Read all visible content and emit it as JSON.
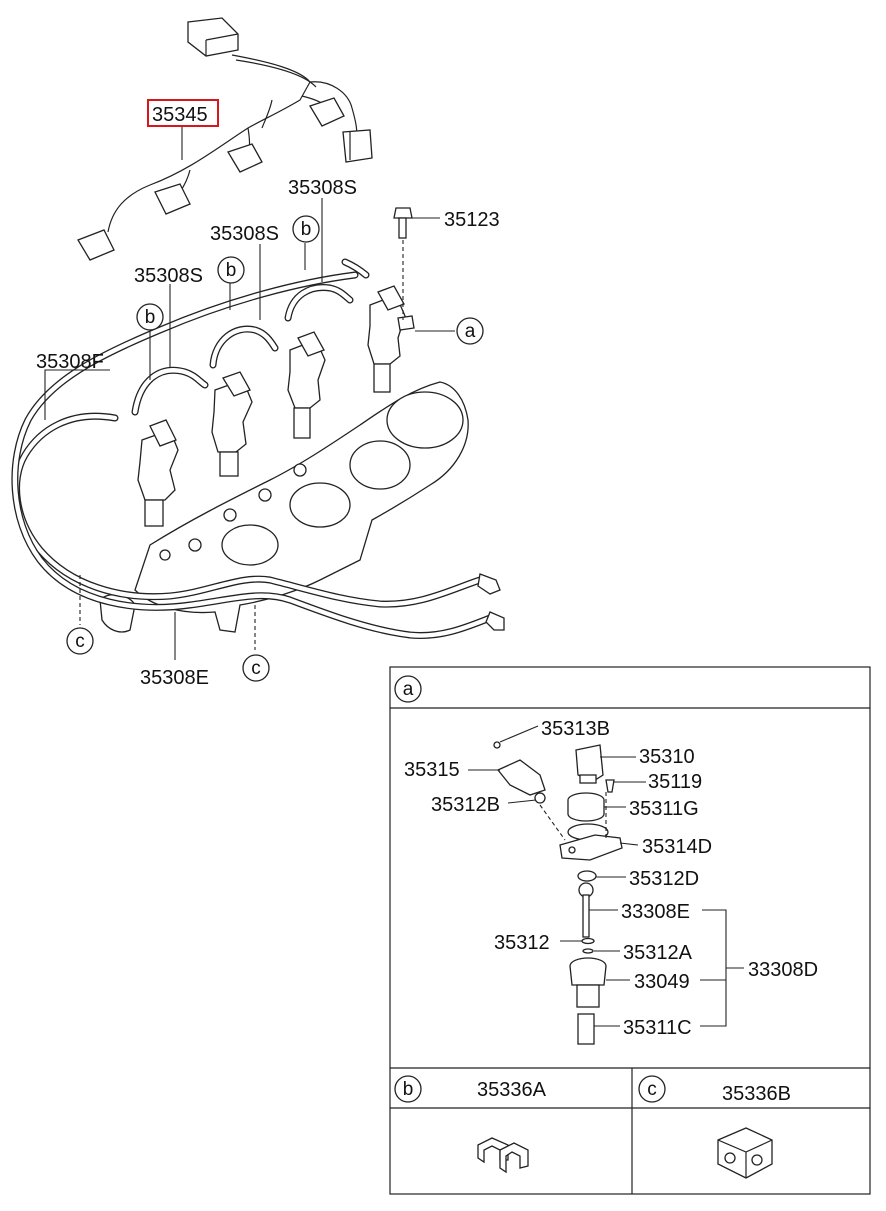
{
  "main_labels": {
    "harness": "35345",
    "hose_1": "35308S",
    "hose_2": "35308S",
    "hose_3": "35308S",
    "bolt": "35123",
    "pipe_f": "35308F",
    "pipe_e": "35308E"
  },
  "callout_letters": {
    "a": "a",
    "b": "b",
    "c": "c"
  },
  "highlight_color": "#d9161c",
  "detail_a": {
    "letter": "a",
    "labels": {
      "screw": "35313B",
      "injector": "35310",
      "bracket": "35315",
      "bracket_bolt": "35119",
      "grommet": "35312B",
      "cup": "35311G",
      "holder": "35314D",
      "oring_top": "35312D",
      "needle": "33308E",
      "ring_small": "35312",
      "ring_a": "35312A",
      "assembly": "33308D",
      "body": "33049",
      "nozzle": "35311C"
    }
  },
  "detail_b": {
    "letter": "b",
    "part": "35336A"
  },
  "detail_c": {
    "letter": "c",
    "part": "35336B"
  }
}
